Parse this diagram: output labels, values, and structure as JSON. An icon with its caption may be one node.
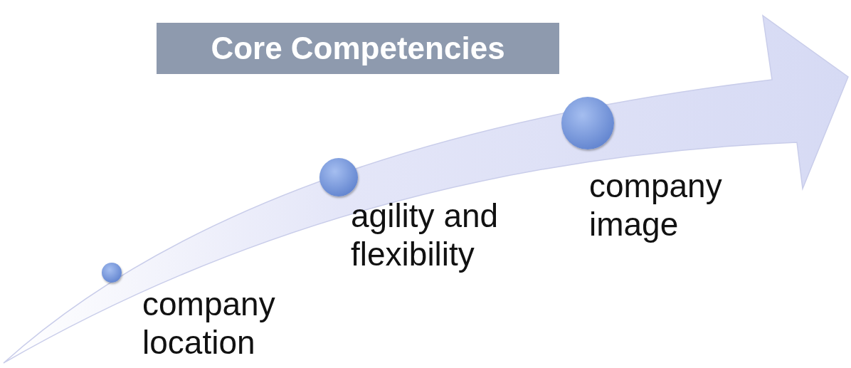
{
  "diagram": {
    "title": "Core Competencies",
    "nodes": [
      {
        "text": [],
        "shape": "circle",
        "beside": [
          "company location"
        ]
      },
      {
        "text": [],
        "shape": "circle",
        "beside": [
          "agility and flexibility"
        ]
      },
      {
        "text": [],
        "shape": "circle",
        "beside": [
          "company image"
        ]
      }
    ]
  }
}
